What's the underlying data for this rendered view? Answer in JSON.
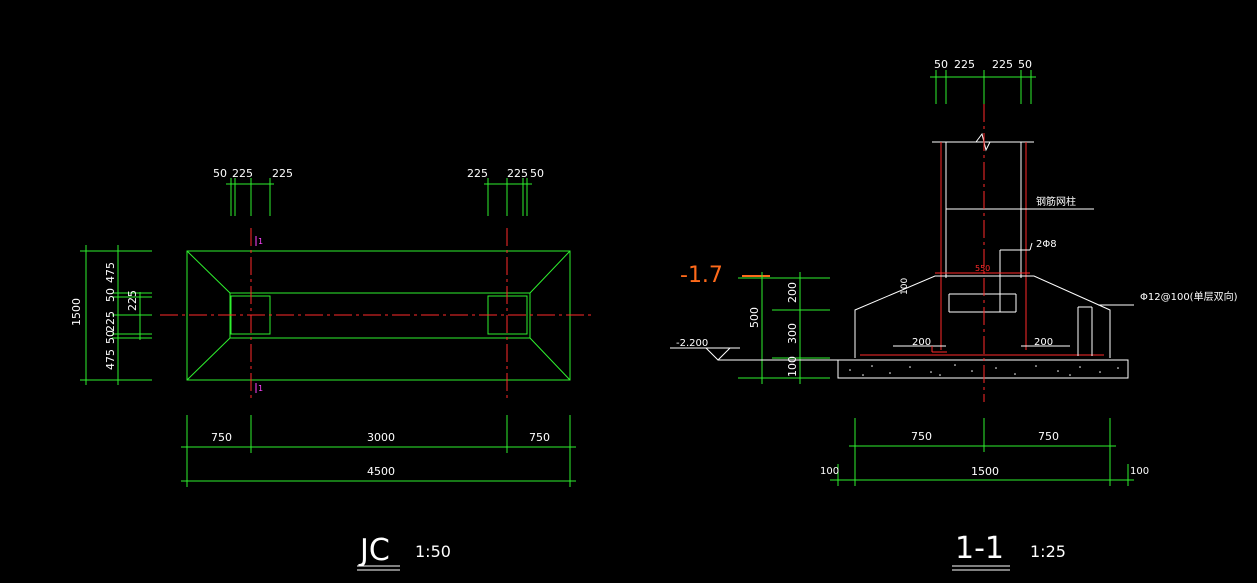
{
  "plan": {
    "title": "JC",
    "scale": "1:50",
    "top_dims_left": [
      "50",
      "225",
      "225"
    ],
    "top_dims_right": [
      "225",
      "225",
      "50"
    ],
    "left_dims": [
      "475",
      "50",
      "225",
      "50",
      "475"
    ],
    "left_total": "1500",
    "left_inner": "225",
    "bottom_dims": [
      "750",
      "3000",
      "750"
    ],
    "bottom_total": "4500",
    "section_mark": "1"
  },
  "section": {
    "title": "1-1",
    "scale": "1:25",
    "top_dims": [
      "50",
      "225",
      "225",
      "50"
    ],
    "level_mark": "-1.7",
    "ground_level": "-2.200",
    "height_dims": [
      "200",
      "300",
      "100"
    ],
    "height_total": "500",
    "label_steel_column": "钢筋网柱",
    "label_rebar_2": "2Φ8",
    "label_rebar_mesh": "Φ12@100(单层双向)",
    "dim_550": "550",
    "dim_200_left": "200",
    "dim_200_right": "200",
    "dim_100_small": "100",
    "bottom_dims": [
      "750",
      "750"
    ],
    "bottom_total": "1500",
    "bottom_side_left": "100",
    "bottom_side_right": "100"
  },
  "colors": {
    "outline": "#2ef02e",
    "centerline": "#ff2a2a",
    "text": "#ffffff",
    "level": "#ff6a1a"
  }
}
